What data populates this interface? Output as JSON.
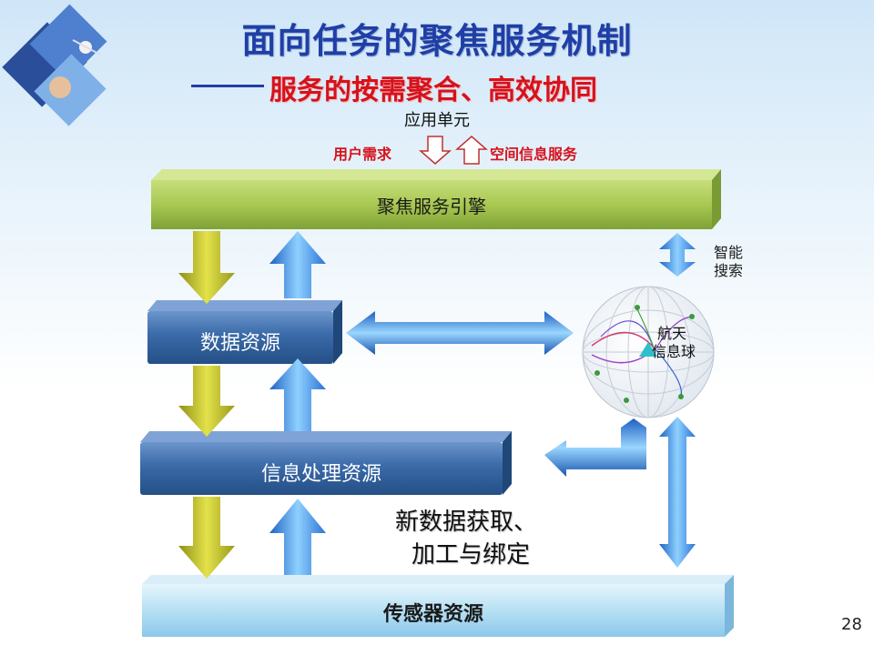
{
  "title": "面向任务的聚焦服务机制",
  "subtitle": "服务的按需聚合、高效协同",
  "top_unit": "应用单元",
  "user_demand": "用户需求",
  "spatial_service": "空间信息服务",
  "engine": "聚焦服务引擎",
  "data_resource": "数据资源",
  "info_processing": "信息处理资源",
  "sensor_resource": "传感器资源",
  "smart_search": [
    "智能",
    "搜索"
  ],
  "globe_label": [
    "航天",
    "信息球"
  ],
  "acquire_text": [
    "新数据获取、",
    "加工与绑定"
  ],
  "page_number": "28",
  "colors": {
    "title": "#1f3fa6",
    "subtitle": "#d6121c",
    "engine_green": "#a5c84c",
    "resource_blue": "#3a6aa8",
    "sensor_light": "#a9d8f0",
    "down_arrow": "#c9c93a",
    "up_arrow": "#4aa0e8"
  }
}
